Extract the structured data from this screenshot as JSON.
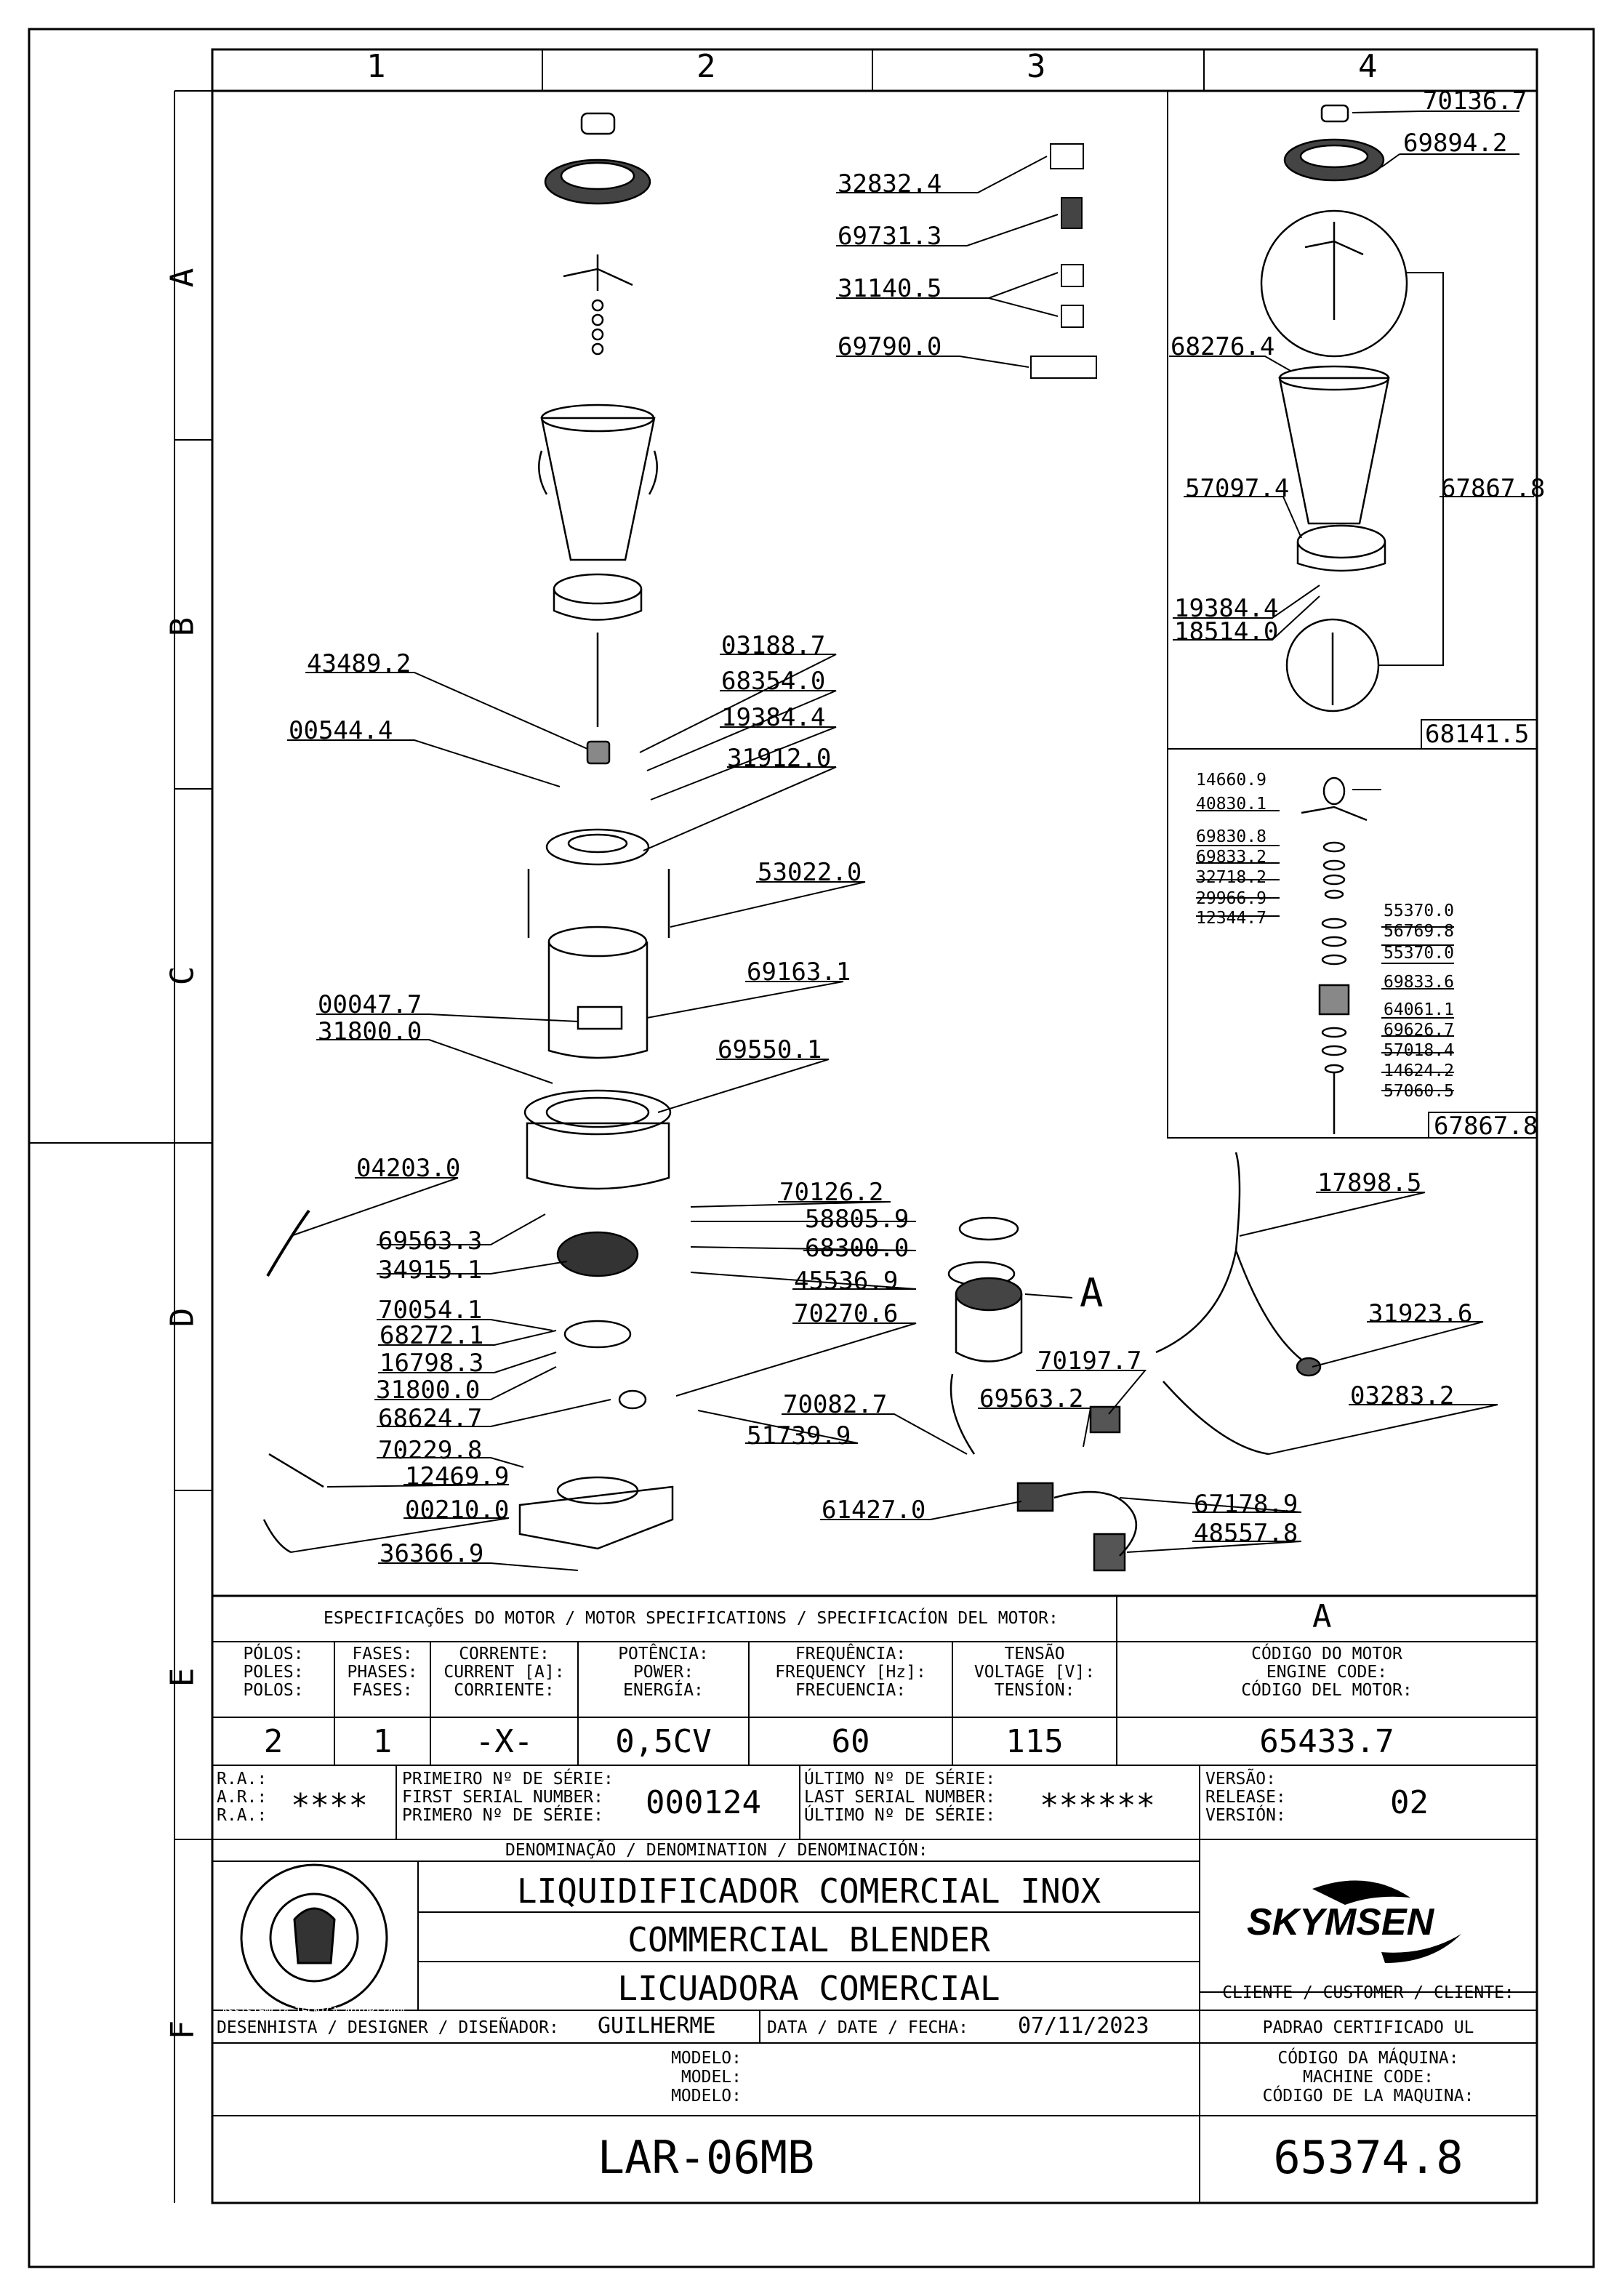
{
  "grid": {
    "columns": [
      "1",
      "2",
      "3",
      "4"
    ],
    "rows": [
      "A",
      "B",
      "C",
      "D",
      "E",
      "F"
    ]
  },
  "parts": {
    "p70136_7": "70136.7",
    "p69894_2": "69894.2",
    "p68276_4": "68276.4",
    "p67867_8a": "67867.8",
    "p57097_4": "57097.4",
    "p19384_4a": "19384.4",
    "p18514_0": "18514.0",
    "p68141_5": "68141.5",
    "p14660_9": "14660.9",
    "p40830_1": "40830.1",
    "p69830_8": "69830.8",
    "p69833_2": "69833.2",
    "p32718_2": "32718.2",
    "p29966_9": "29966.9",
    "p12344_7": "12344.7",
    "p55370_0a": "55370.0",
    "p56769_8": "56769.8",
    "p55370_0b": "55370.0",
    "p69833_6": "69833.6",
    "p64061_1": "64061.1",
    "p69626_7": "69626.7",
    "p57018_4": "57018.4",
    "p14624_2": "14624.2",
    "p57060_5": "57060.5",
    "p67867_8b": "67867.8",
    "p32832_4": "32832.4",
    "p69731_3": "69731.3",
    "p31140_5": "31140.5",
    "p69790_0": "69790.0",
    "p43489_2": "43489.2",
    "p03188_7": "03188.7",
    "p68354_0": "68354.0",
    "p19384_4b": "19384.4",
    "p00544_4": "00544.4",
    "p31912_0": "31912.0",
    "p53022_0": "53022.0",
    "p69163_1": "69163.1",
    "p00047_7": "00047.7",
    "p31800_0a": "31800.0",
    "p69550_1": "69550.1",
    "p04203_0": "04203.0",
    "p70126_2": "70126.2",
    "p58805_9": "58805.9",
    "p68300_0": "68300.0",
    "p45536_9": "45536.9",
    "p69563_3": "69563.3",
    "p34915_1": "34915.1",
    "p70054_1": "70054.1",
    "p70270_6": "70270.6",
    "p68272_1": "68272.1",
    "p16798_3": "16798.3",
    "p31800_0b": "31800.0",
    "p68624_7": "68624.7",
    "p70229_8": "70229.8",
    "p12469_9": "12469.9",
    "p00210_0": "00210.0",
    "p36366_9": "36366.9",
    "p70082_7": "70082.7",
    "p51739_9": "51739.9",
    "p70197_7": "70197.7",
    "p69563_2": "69563.2",
    "p17898_5": "17898.5",
    "p31923_6": "31923.6",
    "p03283_2": "03283.2",
    "p61427_0": "61427.0",
    "p67178_9": "67178.9",
    "p48557_8": "48557.8",
    "callout_a": "A"
  },
  "specs": {
    "title": "ESPECIFICAÇÕES DO MOTOR / MOTOR SPECIFICATIONS / SPECIFICACÍON DEL MOTOR:",
    "motor_letter": "A",
    "headers": {
      "poles": [
        "PÓLOS:",
        "POLES:",
        "POLOS:"
      ],
      "phases": [
        "FASES:",
        "PHASES:",
        "FASES:"
      ],
      "current": [
        "CORRENTE:",
        "CURRENT [A]:",
        "CORRIENTE:"
      ],
      "power": [
        "POTÊNCIA:",
        "POWER:",
        "ENERGÍA:"
      ],
      "frequency": [
        "FREQUÊNCIA:",
        "FREQUENCY [Hz]:",
        "FRECUENCIA:"
      ],
      "voltage": [
        "TENSÃO",
        "VOLTAGE [V]:",
        "TENSÍON:"
      ],
      "engine_code": [
        "CÓDIGO DO MOTOR",
        "ENGINE CODE:",
        "CÓDIGO DEL MOTOR:"
      ]
    },
    "values": {
      "poles": "2",
      "phases": "1",
      "current": "-X-",
      "power": "0,5CV",
      "frequency": "60",
      "voltage": "115",
      "engine_code": "65433.7"
    }
  },
  "serial": {
    "ra_labels": [
      "R.A.:",
      "A.R.:",
      "R.A.:"
    ],
    "ra_value": "****",
    "first_labels": [
      "PRIMEIRO Nº DE SÉRIE:",
      "FIRST SERIAL NUMBER:",
      "PRIMERO Nº DE SÉRIE:"
    ],
    "first_value": "000124",
    "last_labels": [
      "ÚLTIMO Nº DE SÉRIE:",
      "LAST SERIAL NUMBER:",
      "ÚLTIMO Nº DE SÉRIE:"
    ],
    "last_value": "******",
    "version_labels": [
      "VERSÃO:",
      "RELEASE:",
      "VERSIÓN:"
    ],
    "version_value": "02"
  },
  "title_block": {
    "denomination_label": "DENOMINAÇÃO / DENOMINATION / DENOMINACIÓN:",
    "name_pt": "LIQUIDIFICADOR COMERCIAL INOX",
    "name_en": "COMMERCIAL BLENDER",
    "name_es": "LICUADORA COMERCIAL",
    "seal_text": "ASSISTÊNCIA TÉCNICA AUTORIZADA",
    "brand": "SKYMSEN",
    "client_label": "CLIENTE / CUSTOMER / CLIENTE:",
    "client_value": "PADRAO CERTIFICADO UL",
    "designer_label": "DESENHISTA / DESIGNER / DISEÑADOR:",
    "designer_value": "GUILHERME",
    "date_label": "DATA / DATE / FECHA:",
    "date_value": "07/11/2023",
    "model_labels": [
      "MODELO:",
      "MODEL:",
      "MODELO:"
    ],
    "model_value": "LAR-06MB",
    "machine_code_labels": [
      "CÓDIGO DA MÁQUINA:",
      "MACHINE CODE:",
      "CÓDIGO DE LA MAQUINA:"
    ],
    "machine_code_value": "65374.8"
  }
}
